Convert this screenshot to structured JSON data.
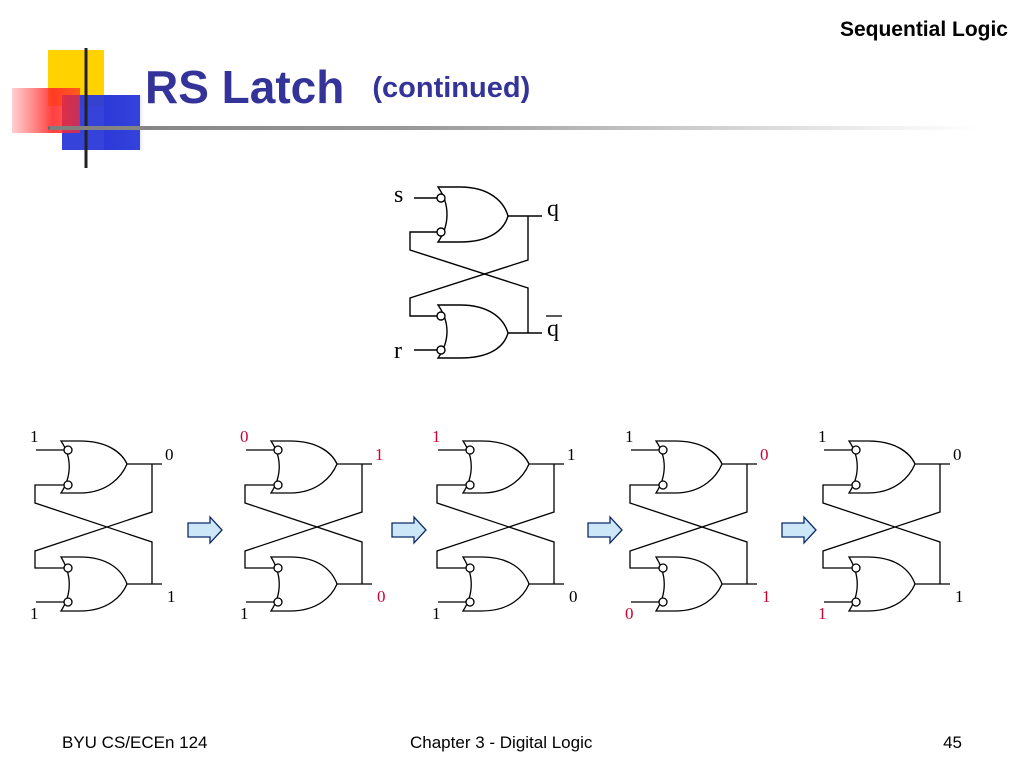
{
  "header": {
    "section": "Sequential Logic",
    "title": "RS Latch",
    "subtitle": "(continued)"
  },
  "circuit": {
    "inputs": {
      "top": "s",
      "bottom": "r"
    },
    "outputs": {
      "top": "q",
      "bottom": "q"
    }
  },
  "stages": [
    {
      "s": "1",
      "r": "1",
      "q": "0",
      "qbar": "1",
      "highlight": []
    },
    {
      "s": "0",
      "r": "1",
      "q": "1",
      "qbar": "0",
      "highlight": [
        "s",
        "q",
        "qbar"
      ]
    },
    {
      "s": "1",
      "r": "1",
      "q": "1",
      "qbar": "0",
      "highlight": [
        "s"
      ]
    },
    {
      "s": "1",
      "r": "0",
      "q": "0",
      "qbar": "1",
      "highlight": [
        "r",
        "q",
        "qbar"
      ]
    },
    {
      "s": "1",
      "r": "1",
      "q": "0",
      "qbar": "1",
      "highlight": [
        "r"
      ]
    }
  ],
  "colors": {
    "title": "#333399",
    "highlight": "#cc0033",
    "arrow_fill": "#cce8f8",
    "arrow_stroke": "#0b2a6a"
  },
  "footer": {
    "left": "BYU CS/ECEn 124",
    "center": "Chapter 3 - Digital Logic",
    "page": "45"
  }
}
